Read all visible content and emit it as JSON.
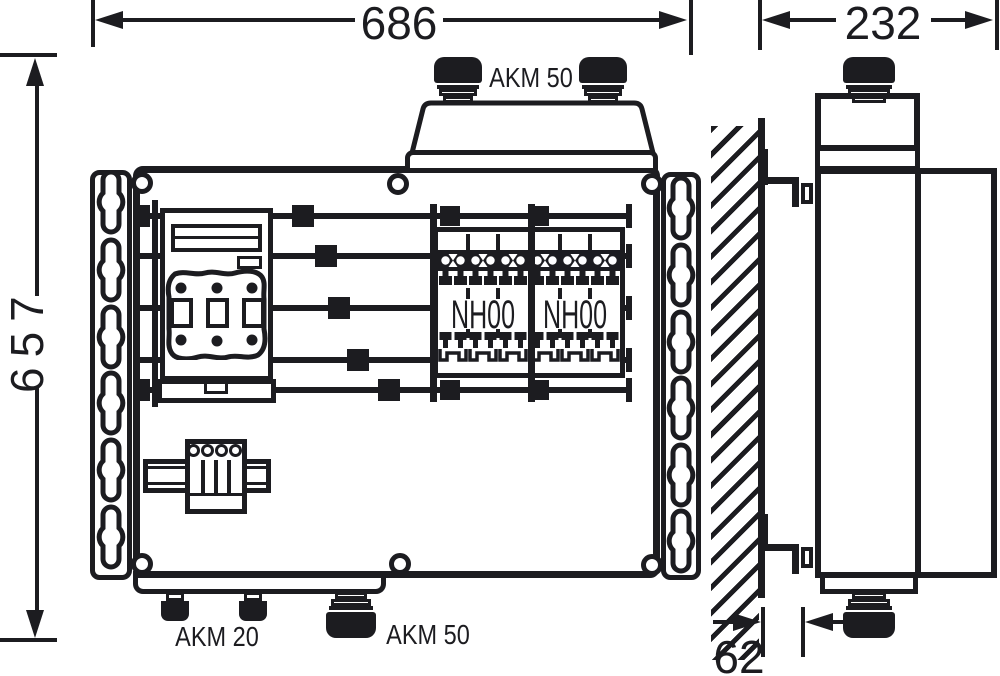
{
  "dimensions": {
    "overall_width": "686",
    "overall_height": "657",
    "depth": "232",
    "wall_offset": "62"
  },
  "labels": {
    "top_gland": "AKM 50",
    "bottom_gland_small": "AKM 20",
    "bottom_gland_large": "AKM 50"
  },
  "fuses": {
    "left": "NH00",
    "right": "NH00"
  },
  "colors": {
    "ink": "#1c1c20",
    "paper": "#ffffff"
  }
}
